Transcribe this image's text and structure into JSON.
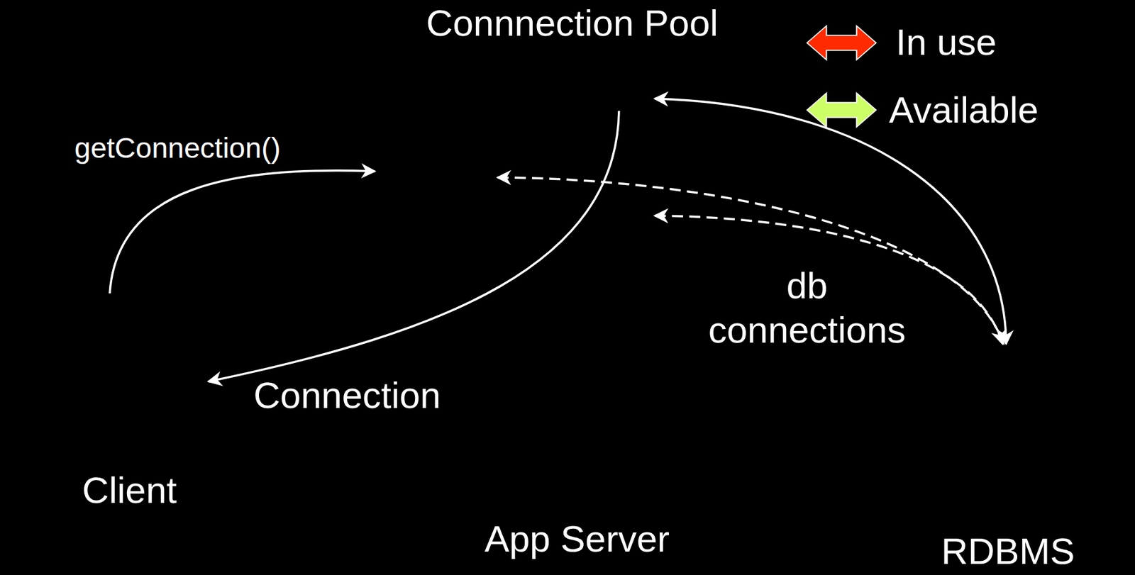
{
  "diagram": {
    "nodes": [
      {
        "text": [
          "Connnection Pool"
        ]
      },
      {
        "text": [
          "Client"
        ]
      },
      {
        "text": [
          "App Server"
        ]
      },
      {
        "text": [
          "RDBMS"
        ]
      }
    ],
    "edges": [
      {
        "from": 1,
        "to": 0,
        "label": "getConnection()",
        "arrow": "to"
      },
      {
        "from": 0,
        "to": 1,
        "label": "Connection",
        "arrow": "to"
      },
      {
        "from": 0,
        "to": 3,
        "arrow": "both"
      },
      {
        "from": 0,
        "to": 3,
        "arrow": "both"
      },
      {
        "from": 0,
        "to": 3,
        "arrow": "both",
        "label": "db connections"
      }
    ],
    "legend": [
      {
        "text": "In use",
        "color": "#ff2a00"
      },
      {
        "text": "Available",
        "color": "#ccff66"
      }
    ]
  }
}
